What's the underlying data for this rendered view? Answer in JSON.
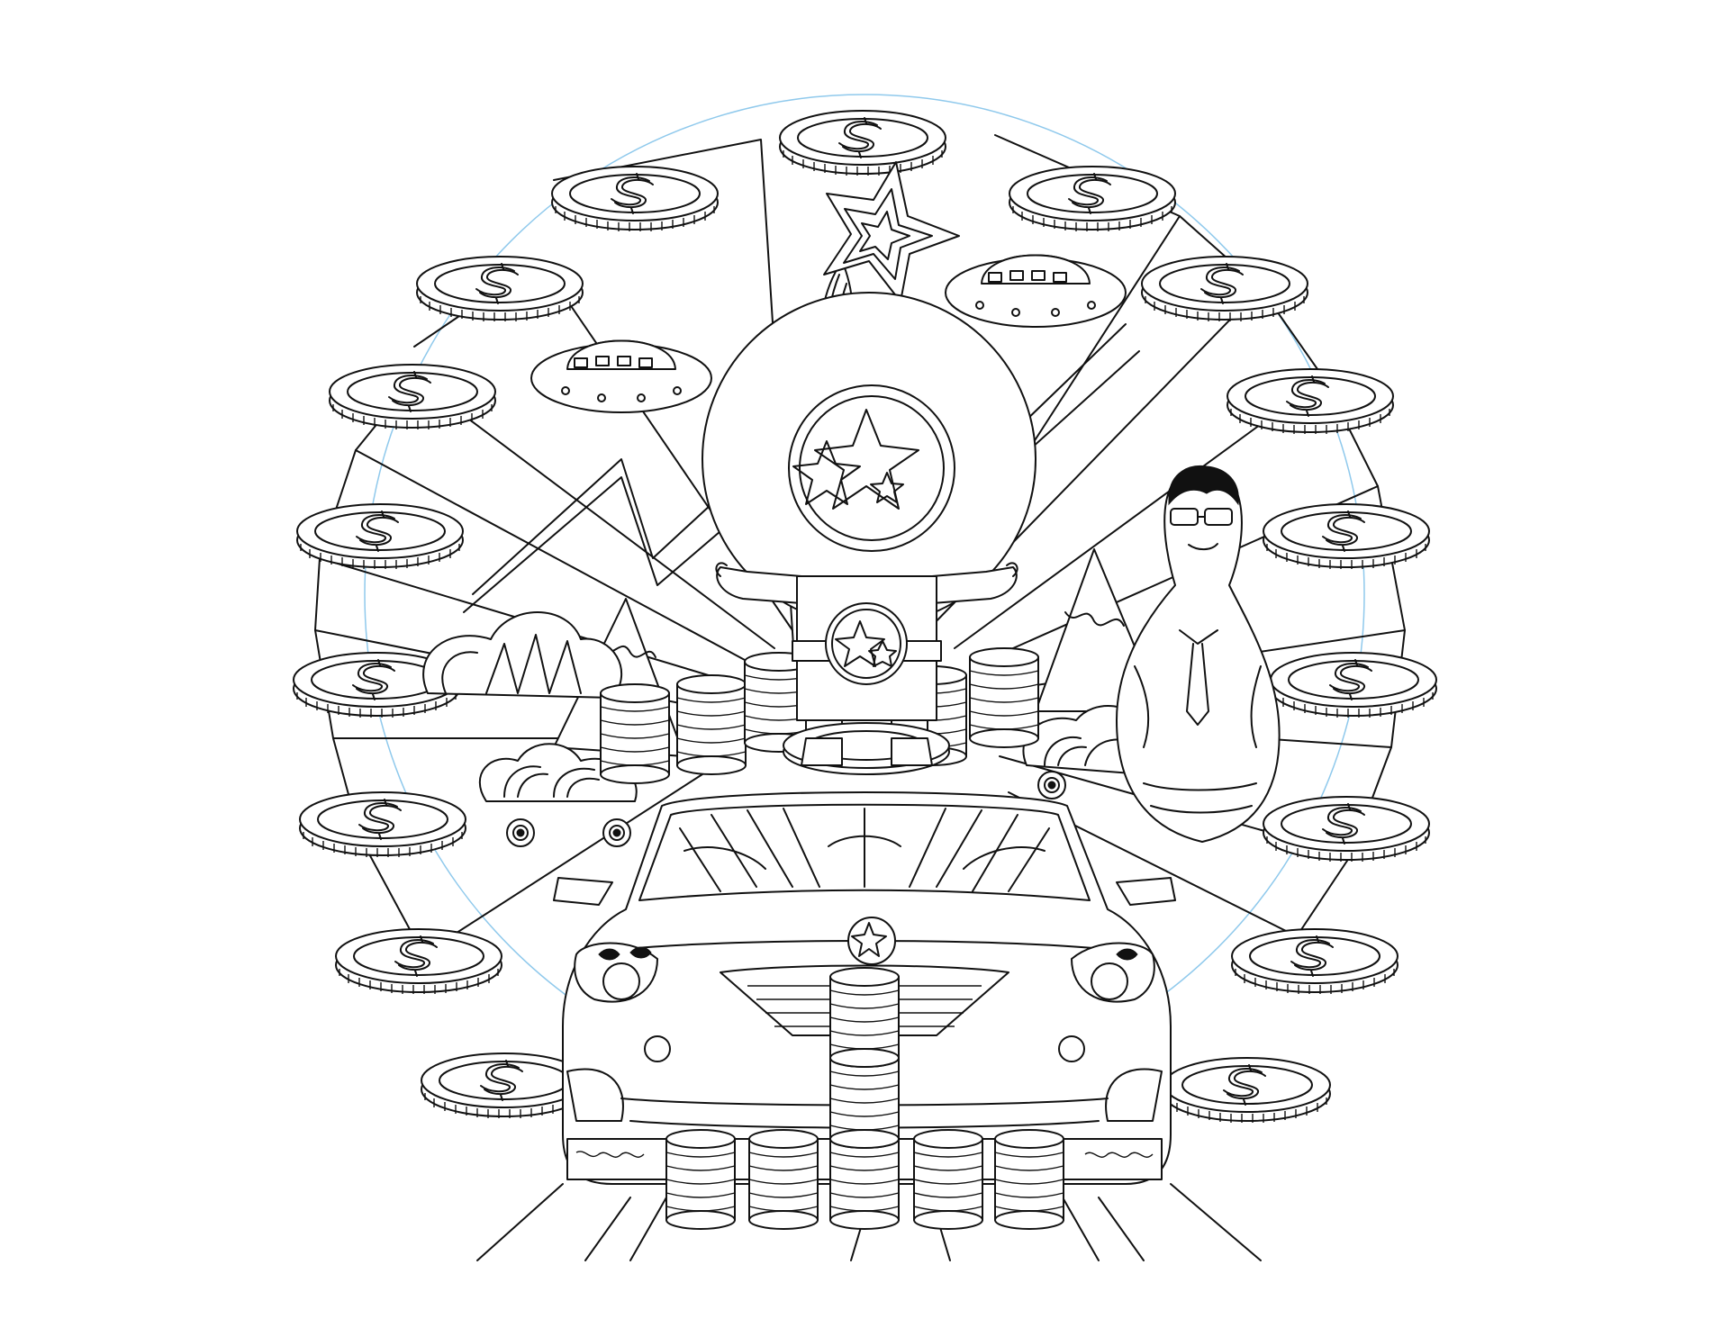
{
  "image": {
    "kind": "line-art coloring page",
    "background_color": "#ffffff",
    "line_color": "#111111",
    "guide_circle_color": "#8fc9ec"
  },
  "elements": {
    "coin_icon_glyph": "dollar-sign",
    "mascot_icon": "star-emblem",
    "figures": [
      "mascot",
      "bowling-pin-man",
      "car",
      "ufo",
      "coins",
      "coin-stacks",
      "mountains",
      "clouds"
    ]
  }
}
